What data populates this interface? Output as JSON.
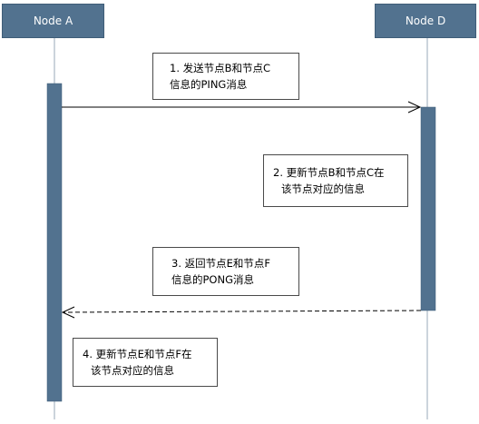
{
  "lifelines": {
    "a": {
      "label": "Node A"
    },
    "d": {
      "label": "Node D"
    }
  },
  "notes": {
    "n1": {
      "line1": "1.  发送节点B和节点C",
      "line2": "信息的PING消息"
    },
    "n2": {
      "line1": "2.  更新节点B和节点C在",
      "line2": "该节点对应的信息"
    },
    "n3": {
      "line1": "3.  返回节点E和节点F",
      "line2": "信息的PONG消息"
    },
    "n4": {
      "line1": "4.  更新节点E和节点F在",
      "line2": "该节点对应的信息"
    }
  },
  "colors": {
    "lifeline_head": "#52728f",
    "activation": "#52728f",
    "lifeline": "#9aa9b8",
    "arrow": "#000000"
  }
}
